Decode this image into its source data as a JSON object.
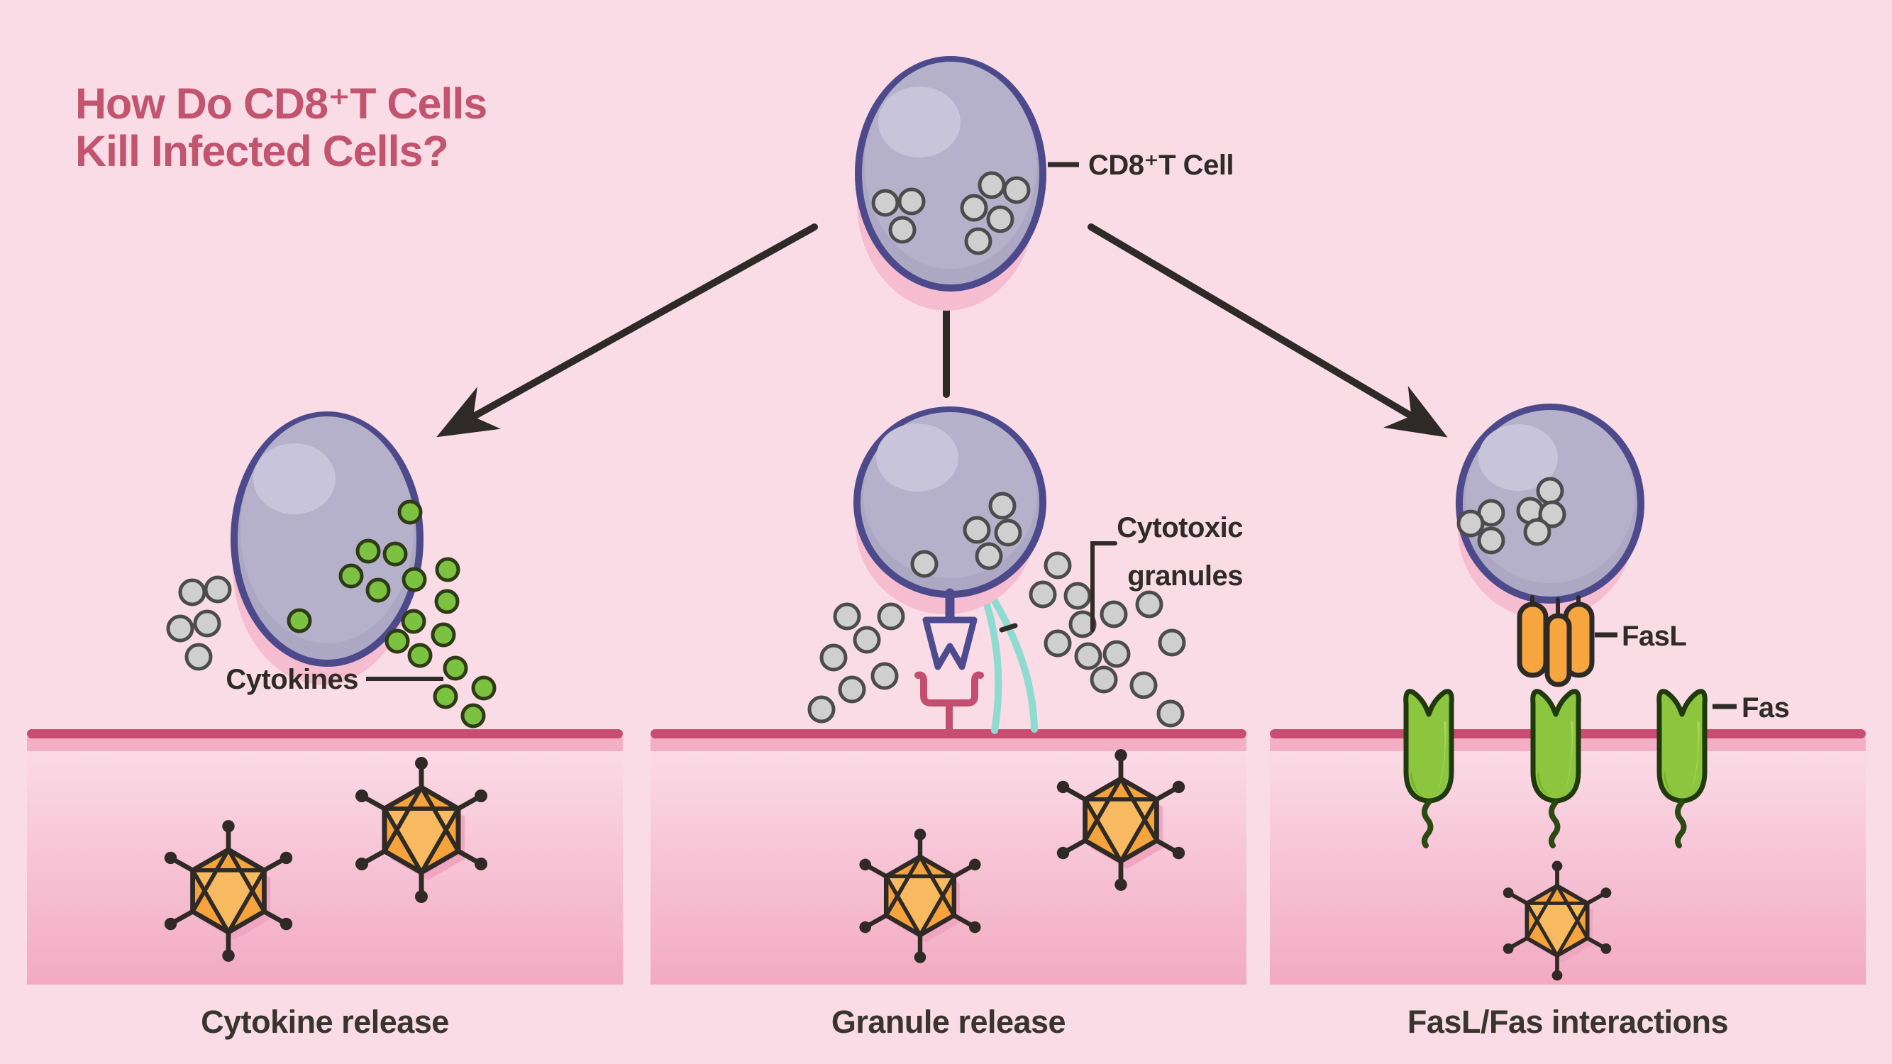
{
  "title": {
    "line1": "How Do CD8⁺T Cells",
    "line2": "Kill Infected Cells?"
  },
  "labels": {
    "cd8_cell": "CD8⁺T Cell",
    "cytokines": "Cytokines",
    "cytotoxic_granules_line1": "Cytotoxic",
    "cytotoxic_granules_line2": "granules",
    "fasl": "FasL",
    "fas": "Fas"
  },
  "captions": {
    "left": "Cytokine release",
    "middle": "Granule release",
    "right": "FasL/Fas interactions"
  },
  "colors": {
    "background": "#f9dce5",
    "title": "#c2546f",
    "annotation_text": "#2f2b28",
    "membrane_bar": "#c94d72",
    "membrane_strip": "#f4afc6",
    "panel_gradient_top": "#fbdce7",
    "panel_gradient_bottom": "#f2aac2",
    "cell_fill": "#b6b1cb",
    "cell_border": "#4d4a8c",
    "cell_shadow": "#f6bdd0",
    "granule_gray": "#cfcfcf",
    "cytokine_green": "#7cc241",
    "perforin_teal": "#8edbd2",
    "fork_arrow_purple": "#4e4a8e",
    "receptor_pink": "#c24f70",
    "fasl_orange": "#f6a53f",
    "fas_green": "#8cc63e",
    "virus_orange": "#f5a33c",
    "arrow_black": "#2e2a27"
  }
}
